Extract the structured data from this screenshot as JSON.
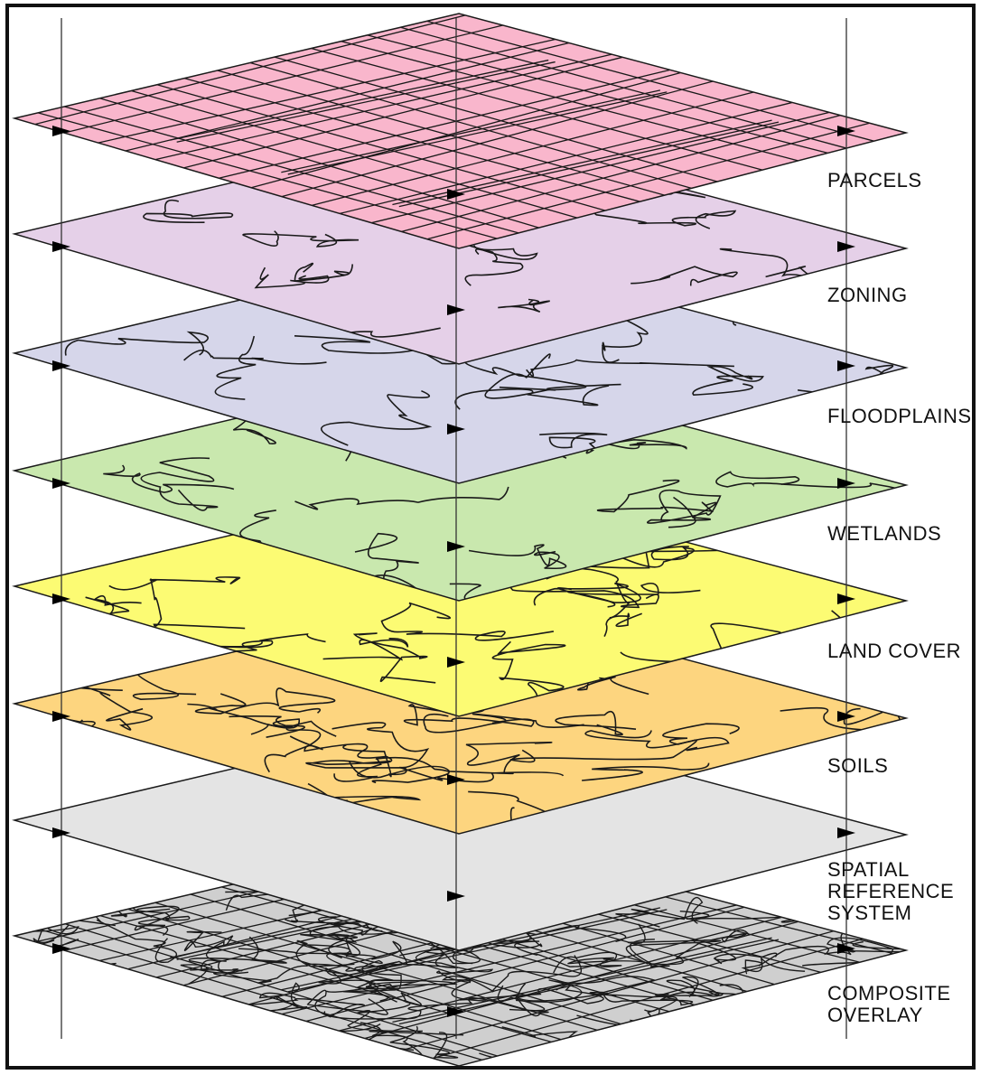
{
  "layers": [
    {
      "id": "parcels",
      "label_lines": [
        "PARCELS"
      ],
      "color": "#f9b6cc"
    },
    {
      "id": "zoning",
      "label_lines": [
        "ZONING"
      ],
      "color": "#e5d0e8"
    },
    {
      "id": "floodplains",
      "label_lines": [
        "FLOODPLAINS"
      ],
      "color": "#d6d6ea"
    },
    {
      "id": "wetlands",
      "label_lines": [
        "WETLANDS"
      ],
      "color": "#c9e8ae"
    },
    {
      "id": "land-cover",
      "label_lines": [
        "LAND COVER"
      ],
      "color": "#fcfb73"
    },
    {
      "id": "soils",
      "label_lines": [
        "SOILS"
      ],
      "color": "#fdd57f"
    },
    {
      "id": "spatial-reference-system",
      "label_lines": [
        "SPATIAL",
        "REFERENCE",
        "SYSTEM"
      ],
      "color": "#e4e4e4"
    },
    {
      "id": "composite-overlay",
      "label_lines": [
        "COMPOSITE",
        "OVERLAY"
      ],
      "color": "#cfcfcf"
    }
  ],
  "colors": {
    "outline": "#1a1a1a",
    "guide": "#333333",
    "frame": "#111111"
  }
}
